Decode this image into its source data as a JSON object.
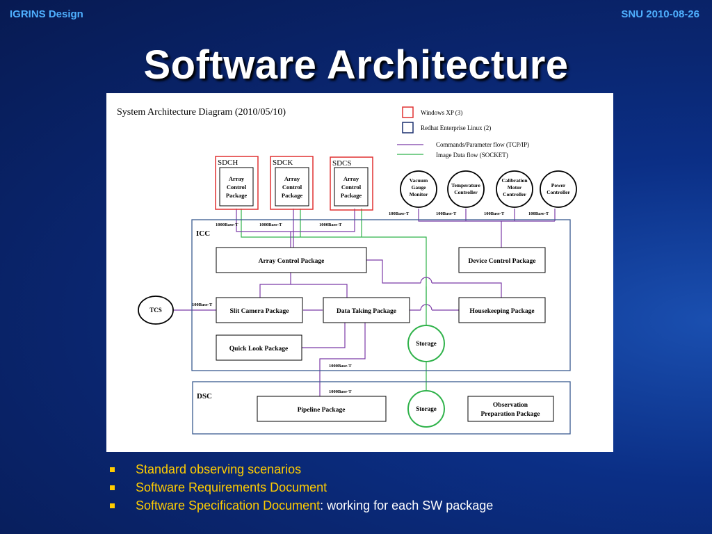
{
  "header": {
    "left": "IGRINS Design",
    "right": "SNU 2010-08-26"
  },
  "title": "Software Architecture",
  "diagram": {
    "heading": "System Architecture Diagram (2010/05/10)",
    "legend": {
      "windows": "Windows XP (3)",
      "redhat": "Redhat Enterprise Linux (2)",
      "commands_flow": "Commands/Parameter flow (TCP/IP)",
      "image_flow": "Image Data flow (SOCKET)"
    },
    "colors": {
      "windows": "#e03030",
      "redhat": "#1a2f6e",
      "commands": "#7b3aa6",
      "image": "#2fb24a",
      "box_border": "#3a5a90"
    },
    "sdc": [
      {
        "name": "SDCH",
        "package": [
          "Array",
          "Control",
          "Package"
        ]
      },
      {
        "name": "SDCK",
        "package": [
          "Array",
          "Control",
          "Package"
        ]
      },
      {
        "name": "SDCS",
        "package": [
          "Array",
          "Control",
          "Package"
        ]
      }
    ],
    "controllers": [
      [
        "Vacuum",
        "Gauge",
        "Monitor"
      ],
      [
        "Temperature",
        "Controller"
      ],
      [
        "Calibration",
        "Motor",
        "Controller"
      ],
      [
        "Power",
        "Controller"
      ]
    ],
    "link_labels": {
      "gbit": "1000Base-T",
      "fast": "100Base-T"
    },
    "icc": {
      "label": "ICC",
      "array_control": "Array Control Package",
      "device_control": "Device Control Package",
      "slit_camera": "Slit Camera Package",
      "data_taking": "Data Taking Package",
      "housekeeping": "Housekeeping Package",
      "quick_look": "Quick Look Package",
      "storage": "Storage"
    },
    "tcs": "TCS",
    "dsc": {
      "label": "DSC",
      "pipeline": "Pipeline Package",
      "storage": "Storage",
      "observation": [
        "Observation",
        "Preparation Package"
      ]
    }
  },
  "bullets": [
    {
      "link": "Standard observing scenarios",
      "rest": ""
    },
    {
      "link": "Software Requirements Document",
      "rest": ""
    },
    {
      "link": "Software Specification Document",
      "rest": ": working for each SW package"
    }
  ]
}
